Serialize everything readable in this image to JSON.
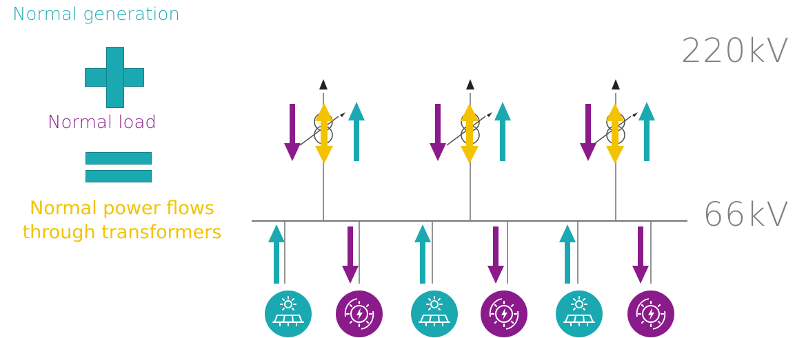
{
  "labels": {
    "normal_generation": "Normal generation",
    "normal_load": "Normal load",
    "normal_flows_line1": "Normal power flows",
    "normal_flows_line2": "through transformers",
    "voltage_high": "220kV",
    "voltage_low": "66kV"
  },
  "colors": {
    "generation": "#1aa9b1",
    "load": "#8b1a8b",
    "flow": "#f3c300",
    "line": "#7a7a7a",
    "voltage_text": "#808080"
  },
  "transformers": [
    {
      "name": "transformer-1",
      "flow": "bidirectional"
    },
    {
      "name": "transformer-2",
      "flow": "bidirectional"
    },
    {
      "name": "transformer-3",
      "flow": "bidirectional"
    }
  ],
  "feeders": [
    {
      "type": "generation",
      "icon": "solar-plant-icon",
      "arrow": "up"
    },
    {
      "type": "load",
      "icon": "industrial-load-icon",
      "arrow": "down"
    },
    {
      "type": "generation",
      "icon": "solar-plant-icon",
      "arrow": "up"
    },
    {
      "type": "load",
      "icon": "industrial-load-icon",
      "arrow": "down"
    },
    {
      "type": "generation",
      "icon": "solar-plant-icon",
      "arrow": "up"
    },
    {
      "type": "load",
      "icon": "industrial-load-icon",
      "arrow": "down"
    }
  ]
}
